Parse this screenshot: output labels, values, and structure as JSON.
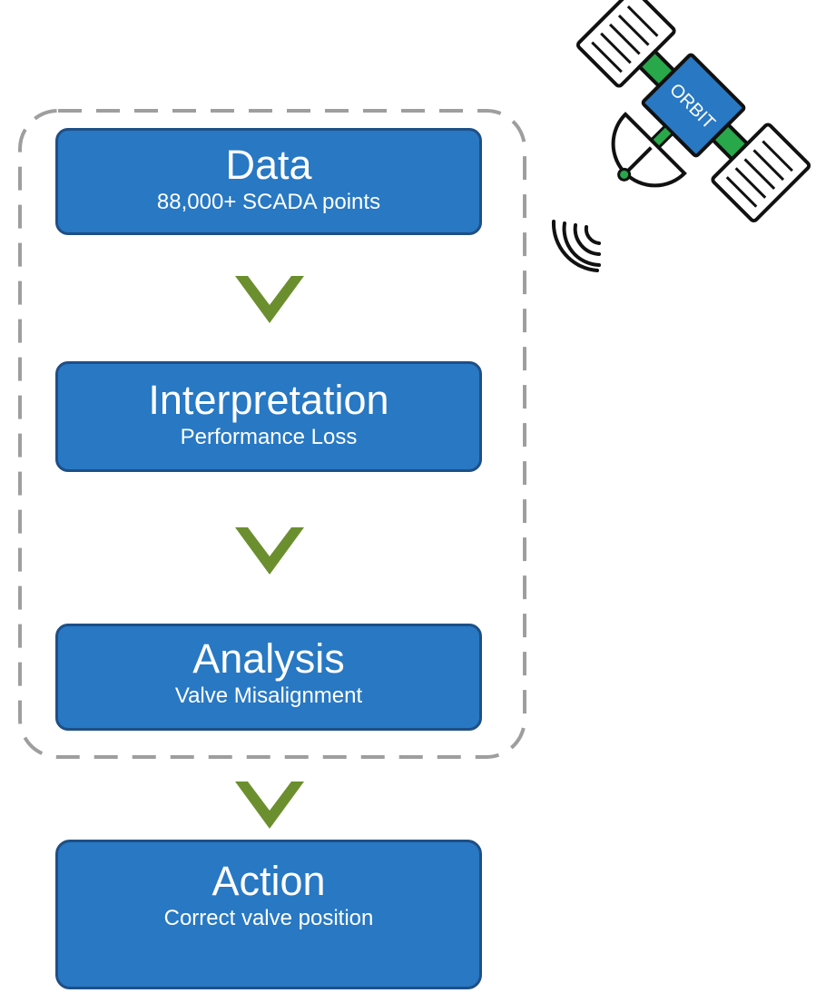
{
  "colors": {
    "box_fill": "#2878c3",
    "box_border": "#1e4f86",
    "chevron": "#6b8f2e",
    "frame_dash": "#9e9e9e",
    "satellite_blue": "#2878c3",
    "satellite_green": "#28a84a"
  },
  "steps": [
    {
      "title": "Data",
      "subtitle": "88,000+ SCADA points"
    },
    {
      "title": "Interpretation",
      "subtitle": "Performance Loss"
    },
    {
      "title": "Analysis",
      "subtitle": "Valve Misalignment"
    },
    {
      "title": "Action",
      "subtitle": "Correct valve position"
    }
  ],
  "icons": [
    "chevron-down-icon",
    "satellite-icon"
  ],
  "satellite": {
    "label": "ORBIT"
  }
}
